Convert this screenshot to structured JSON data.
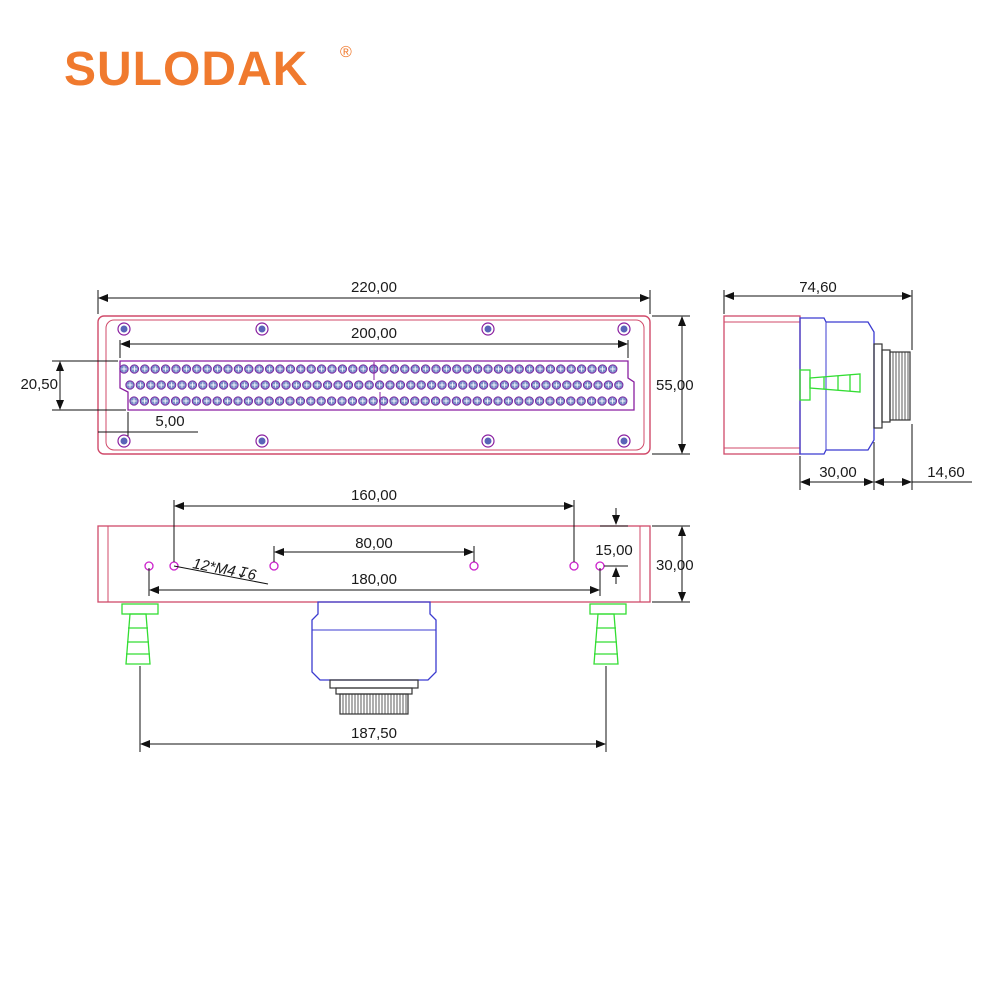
{
  "brand": {
    "name": "SULODAK",
    "registered_mark": "®",
    "color": "#f07a2e"
  },
  "colors": {
    "housing_outline": "#d04a6a",
    "window_outline": "#8a1fa0",
    "led_fill": "#7a8fc8",
    "led_stroke": "#7a1fa0",
    "screw_fill": "#5a63b8",
    "screw_stroke": "#8a1fa0",
    "body_blue": "#3b3bd0",
    "connector_dark": "#333333",
    "nozzle_green": "#33dd33",
    "mount_hole": "#cc22cc",
    "dimension_line": "#111111"
  },
  "led_array": {
    "rows": 3,
    "per_row": 48
  },
  "dimensions": {
    "top_overall_length": "220,00",
    "top_led_length": "200,00",
    "top_led_height": "20,50",
    "top_offset": "5,00",
    "top_overall_height": "55,00",
    "side_overall_depth": "74,60",
    "side_body_depth": "30,00",
    "side_connector_depth": "14,60",
    "bottom_hole_span_outer": "160,00",
    "bottom_hole_span_inner": "80,00",
    "bottom_hole_note": "12*M4↧6",
    "bottom_hole_span_total": "180,00",
    "bottom_hole_offset": "15,00",
    "bottom_height": "30,00",
    "bottom_nozzle_span": "187,50"
  }
}
